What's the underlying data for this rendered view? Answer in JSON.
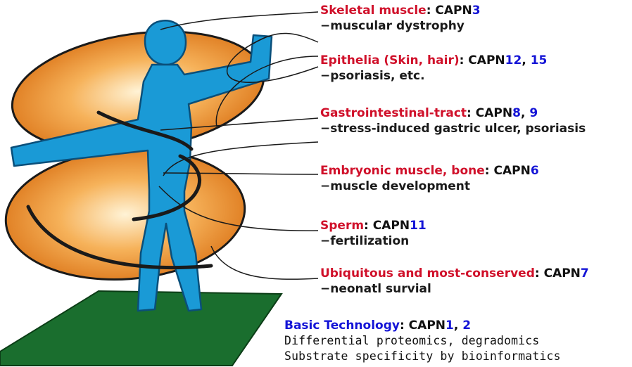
{
  "entries": [
    {
      "tissue": "Skeletal muscle",
      "sep": ": CAPN",
      "nums": [
        {
          "n": "3",
          "comma": ""
        }
      ],
      "disease": "−muscular dystrophy"
    },
    {
      "tissue": "Epithelia (Skin, hair)",
      "sep": ": CAPN",
      "nums": [
        {
          "n": "12",
          "comma": ", "
        },
        {
          "n": "15",
          "comma": ""
        }
      ],
      "disease": "−psoriasis, etc."
    },
    {
      "tissue": "Gastrointestinal-tract",
      "sep": ": CAPN",
      "nums": [
        {
          "n": "8",
          "comma": ", "
        },
        {
          "n": "9",
          "comma": ""
        }
      ],
      "disease": "−stress-induced gastric ulcer, psoriasis"
    },
    {
      "tissue": "Embryonic muscle, bone",
      "sep": ": CAPN",
      "nums": [
        {
          "n": "6",
          "comma": ""
        }
      ],
      "disease": "−muscle development"
    },
    {
      "tissue": "Sperm",
      "sep": ": CAPN",
      "nums": [
        {
          "n": "11",
          "comma": ""
        }
      ],
      "disease": "−fertilization"
    },
    {
      "tissue": "Ubiquitous and most-conserved",
      "sep": ": CAPN",
      "nums": [
        {
          "n": "7",
          "comma": ""
        }
      ],
      "disease": "−neonatl survial"
    }
  ],
  "basic": {
    "title": "Basic Technology",
    "sep": ": CAPN",
    "n1": "1",
    "comma": ", ",
    "n2": "2",
    "line1": "Differential proteomics, degradomics",
    "line2": "Substrate specificity by bioinformatics"
  },
  "colors": {
    "tissue_red": "#d0102a",
    "number_blue": "#1414d6",
    "figure_blue": "#1a9ad6",
    "ribbon_orange": "#f08a1c",
    "ground_green": "#1a6e2e"
  },
  "icons": [
    "human-figure-icon",
    "double-helix-ribbon-icon",
    "ground-platform-icon"
  ]
}
